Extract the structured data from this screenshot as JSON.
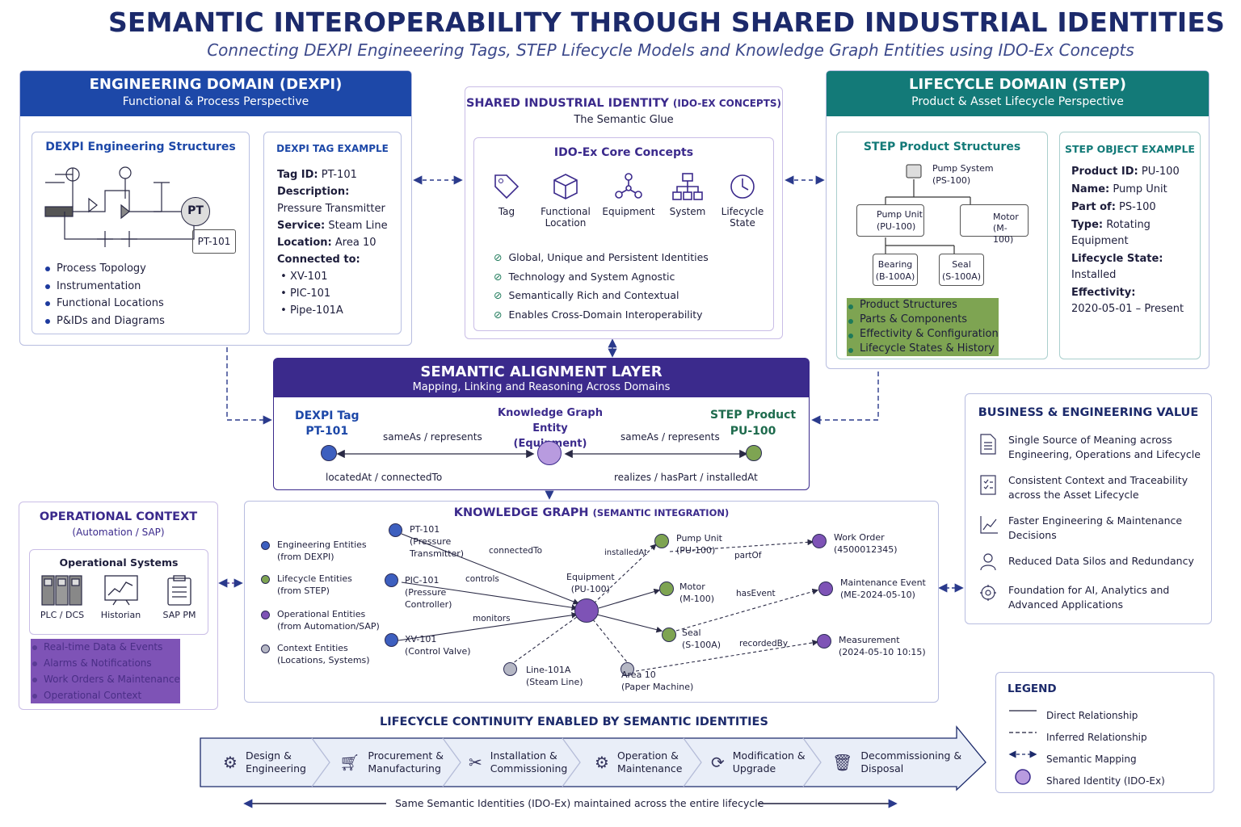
{
  "title": "SEMANTIC INTEROPERABILITY THROUGH SHARED INDUSTRIAL IDENTITIES",
  "subtitle": "Connecting DEXPI Engineeering Tags, STEP Lifecycle Models and Knowledge Graph Entities using IDO-Ex Concepts",
  "colors": {
    "navy": "#1c2a6b",
    "dexpi": "#1d48a8",
    "step": "#137a78",
    "alignment": "#3b2a8c",
    "node_blue": "#3d5fbf",
    "node_green": "#7ea452",
    "node_purple": "#7e53b6",
    "node_gray": "#b5b7c4"
  },
  "dexpi": {
    "title": "ENGINEERING DOMAIN (DEXPI)",
    "subtitle": "Functional & Process Perspective",
    "structures_title": "DEXPI Engineering Structures",
    "pt_label": "PT",
    "tag_box": "PT-101",
    "bullets": [
      "Process Topology",
      "Instrumentation",
      "Functional Locations",
      "P&IDs and Diagrams"
    ],
    "tag_example": {
      "title": "DEXPI TAG EXAMPLE",
      "tag_id_label": "Tag ID:",
      "tag_id": "PT-101",
      "description_label": "Description:",
      "description": "Pressure Transmitter",
      "service_label": "Service:",
      "service": "Steam Line",
      "location_label": "Location:",
      "location": "Area 10",
      "connected_label": "Connected to:",
      "connected": [
        "XV-101",
        "PIC-101",
        "Pipe-101A"
      ]
    }
  },
  "shared": {
    "title": "SHARED INDUSTRIAL IDENTITY",
    "title_suffix": "(IDO-EX CONCEPTS)",
    "subtitle": "The Semantic Glue",
    "core_title": "IDO-Ex Core Concepts",
    "concepts": [
      {
        "icon": "tag-icon",
        "label": "Tag"
      },
      {
        "icon": "cube-icon",
        "label": "Functional\nLocation"
      },
      {
        "icon": "network-icon",
        "label": "Equipment"
      },
      {
        "icon": "hierarchy-icon",
        "label": "System"
      },
      {
        "icon": "clock-icon",
        "label": "Lifecycle\nState"
      }
    ],
    "checks": [
      "Global, Unique and Persistent Identities",
      "Technology and System Agnostic",
      "Semantically Rich and Contextual",
      "Enables Cross-Domain Interoperability"
    ]
  },
  "step": {
    "title": "LIFECYCLE DOMAIN (STEP)",
    "subtitle": "Product & Asset Lifecycle Perspective",
    "structures_title": "STEP Product Structures",
    "tree": {
      "root": "Pump System\n(PS-100)",
      "pump_unit": "Pump Unit\n(PU-100)",
      "motor": "Motor\n(M-100)",
      "bearing": "Bearing\n(B-100A)",
      "seal": "Seal\n(S-100A)"
    },
    "bullets": [
      "Product Structures",
      "Parts & Components",
      "Effectivity & Configuration",
      "Lifecycle States & History"
    ],
    "object_example": {
      "title": "STEP OBJECT EXAMPLE",
      "product_id_label": "Product ID:",
      "product_id": "PU-100",
      "name_label": "Name:",
      "name": "Pump Unit",
      "part_of_label": "Part of:",
      "part_of": "PS-100",
      "type_label": "Type:",
      "type": "Rotating\nEquipment",
      "state_label": "Lifecycle State:",
      "state": "Installed",
      "effectivity_label": "Effectivity:",
      "effectivity": "2020-05-01 – Present"
    }
  },
  "alignment": {
    "title": "SEMANTIC ALIGNMENT LAYER",
    "subtitle": "Mapping, Linking and Reasoning Across Domains",
    "dexpi_tag": "DEXPI Tag",
    "dexpi_id": "PT-101",
    "kg_entity": "Knowledge Graph Entity\n(Equipment)",
    "step_product": "STEP Product",
    "step_id": "PU-100",
    "left_rel": "sameAs / represents",
    "right_rel": "sameAs / represents",
    "bottom_left": "locatedAt  /  connectedTo",
    "bottom_right": "realizes  /  hasPart  /  installedAt"
  },
  "operational": {
    "title": "OPERATIONAL CONTEXT",
    "subtitle": "(Automation / SAP)",
    "systems_title": "Operational Systems",
    "systems": [
      {
        "icon": "server-icon",
        "label": "PLC / DCS"
      },
      {
        "icon": "chart-icon",
        "label": "Historian"
      },
      {
        "icon": "clipboard-icon",
        "label": "SAP PM"
      }
    ],
    "bullets": [
      "Real-time Data & Events",
      "Alarms & Notifications",
      "Work Orders & Maintenance",
      "Operational Context"
    ]
  },
  "kg": {
    "title": "KNOWLEDGE GRAPH",
    "title_suffix": "(SEMANTIC INTEGRATION)",
    "legend": [
      {
        "color": "blue",
        "text": "Engineering Entities\n(from DEXPI)"
      },
      {
        "color": "green",
        "text": "Lifecycle Entities\n(from STEP)"
      },
      {
        "color": "purple",
        "text": "Operational Entities\n(from Automation/SAP)"
      },
      {
        "color": "gray",
        "text": "Context Entities\n(Locations, Systems)"
      }
    ],
    "nodes": {
      "pt101": "PT-101\n(Pressure\nTransmitter)",
      "pic101": "PIC-101\n(Pressure\nController)",
      "xv101": "XV-101\n(Control Valve)",
      "equipment": "Equipment\n(PU-100)",
      "line": "Line-101A\n(Steam Line)",
      "area": "Area 10\n(Paper Machine)",
      "pump": "Pump Unit\n(PU-100)",
      "motor": "Motor\n(M-100)",
      "seal": "Seal\n(S-100A)",
      "wo": "Work Order\n(4500012345)",
      "me": "Maintenance Event\n(ME-2024-05-10)",
      "meas": "Measurement\n(2024-05-10 10:15)"
    },
    "edges": {
      "connectedTo": "connectedTo",
      "controls": "controls",
      "monitors": "monitors",
      "installedAt": "installedAt",
      "partOf": "partOf",
      "hasEvent": "hasEvent",
      "recordedBy": "recordedBy"
    }
  },
  "value": {
    "title": "BUSINESS & ENGINEERING VALUE",
    "items": [
      {
        "icon": "document-icon",
        "text": "Single Source of Meaning across\nEngineering, Operations and Lifecycle"
      },
      {
        "icon": "checklist-icon",
        "text": "Consistent Context and Traceability\nacross the Asset Lifecycle"
      },
      {
        "icon": "trend-icon",
        "text": "Faster Engineering & Maintenance\nDecisions"
      },
      {
        "icon": "user-icon",
        "text": "Reduced Data Silos and Redundancy"
      },
      {
        "icon": "ai-icon",
        "text": "Foundation for AI, Analytics and\nAdvanced Applications"
      }
    ]
  },
  "legend": {
    "title": "LEGEND",
    "items": [
      "Direct Relationship",
      "Inferred Relationship",
      "Semantic Mapping",
      "Shared Identity (IDO-Ex)"
    ]
  },
  "lifecycle": {
    "title": "LIFECYCLE CONTINUITY ENABLED BY SEMANTIC IDENTITIES",
    "stages": [
      {
        "icon": "design-icon",
        "label": "Design &\nEngineering"
      },
      {
        "icon": "cart-icon",
        "label": "Procurement &\nManufacturing"
      },
      {
        "icon": "tools-icon",
        "label": "Installation &\nCommissioning"
      },
      {
        "icon": "gear-icon",
        "label": "Operation &\nMaintenance"
      },
      {
        "icon": "cycle-icon",
        "label": "Modification &\nUpgrade"
      },
      {
        "icon": "trash-icon",
        "label": "Decommissioning &\nDisposal"
      }
    ],
    "footer": "Same Semantic Identities (IDO-Ex) maintained across the entire lifecycle"
  }
}
